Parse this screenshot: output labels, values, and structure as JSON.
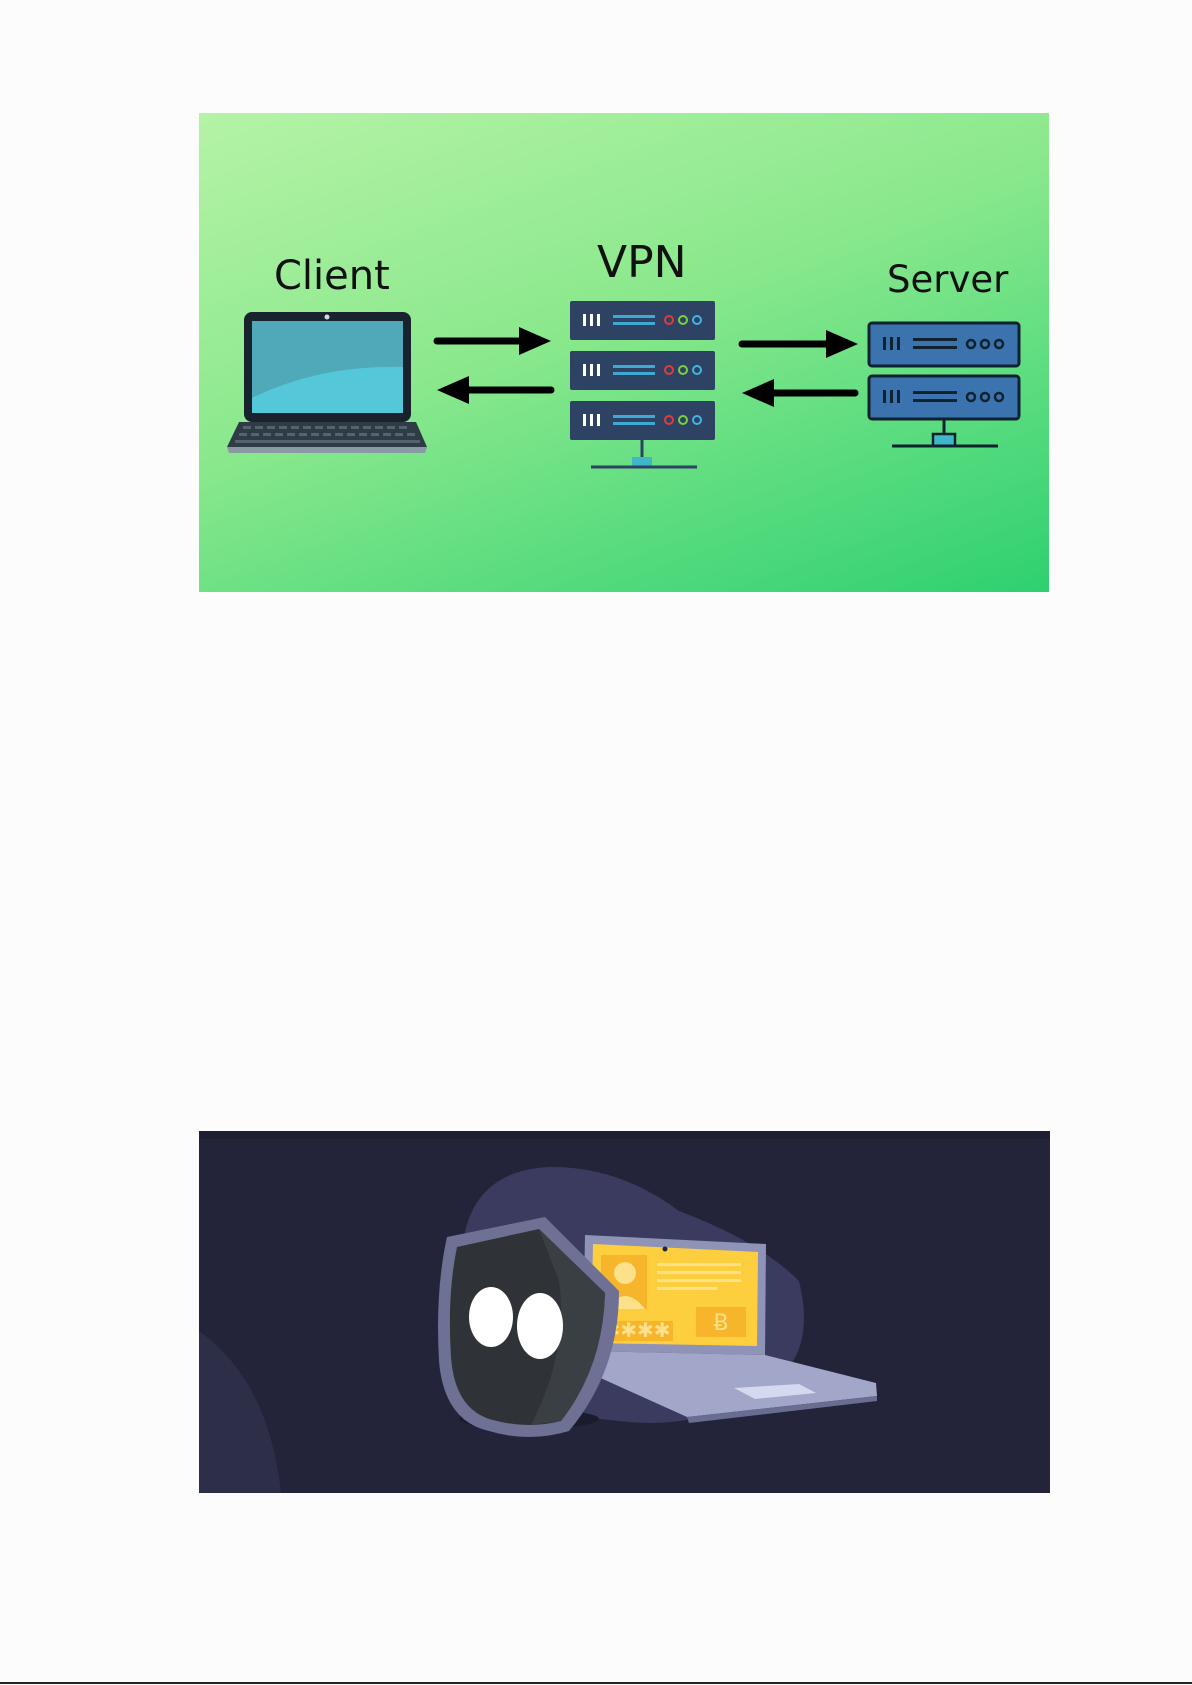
{
  "diagram": {
    "client_label": "Client",
    "vpn_label": "VPN",
    "server_label": "Server"
  },
  "colors": {
    "diagram_bg_start": "#b5f3a6",
    "diagram_bg_end": "#2fd06f",
    "rack_dark": "#2e4264",
    "server_blue": "#3a73ad",
    "illustration_bg": "#23243a",
    "accent_yellow": "#fdcf3e"
  },
  "icons": [
    "laptop-icon",
    "vpn-server-rack-icon",
    "server-rack-icon",
    "arrow-right-icon",
    "arrow-left-icon",
    "shield-mask-icon",
    "laptop-privacy-icon"
  ]
}
